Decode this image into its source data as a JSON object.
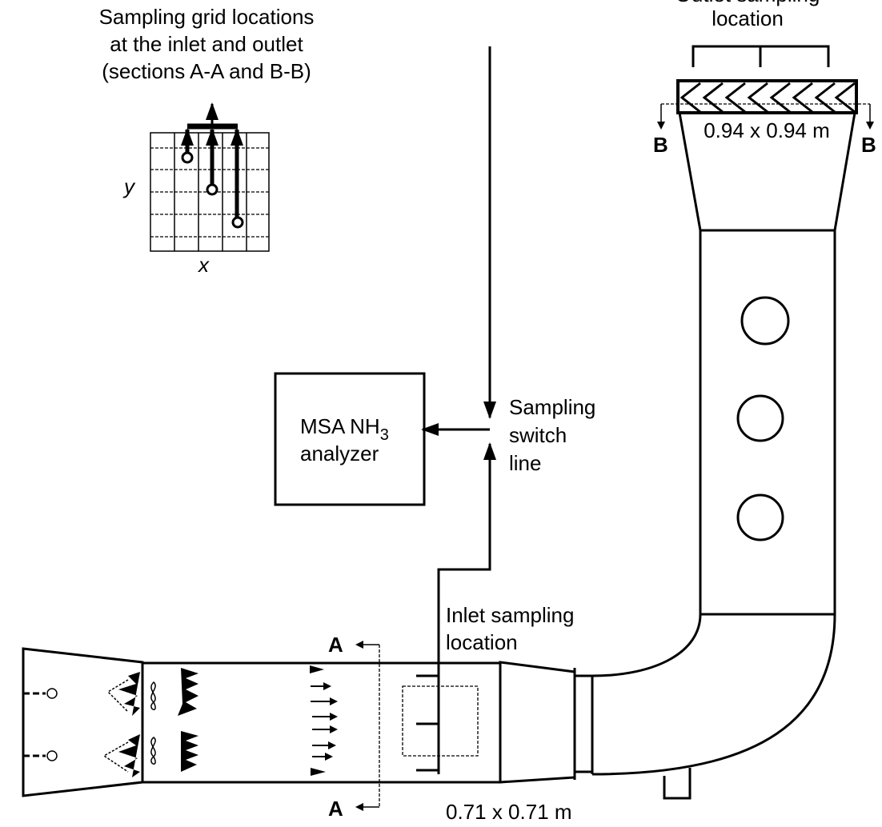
{
  "grid_caption": [
    "Sampling grid locations",
    "at the inlet and outlet",
    "(sections A-A and B-B)"
  ],
  "grid_axes": {
    "x": "x",
    "y": "y"
  },
  "outlet_label": [
    "Outlet sampling",
    "location"
  ],
  "outlet_size": "0.94 x 0.94 m",
  "section_b": "B",
  "section_a": "A",
  "analyzer": {
    "line1": "MSA NH",
    "subscript": "3",
    "line2": "analyzer"
  },
  "switch_label": [
    "Sampling",
    "switch",
    "line"
  ],
  "inlet_label": [
    "Inlet sampling",
    "location"
  ],
  "inlet_size": "0.71 x 0.71 m"
}
